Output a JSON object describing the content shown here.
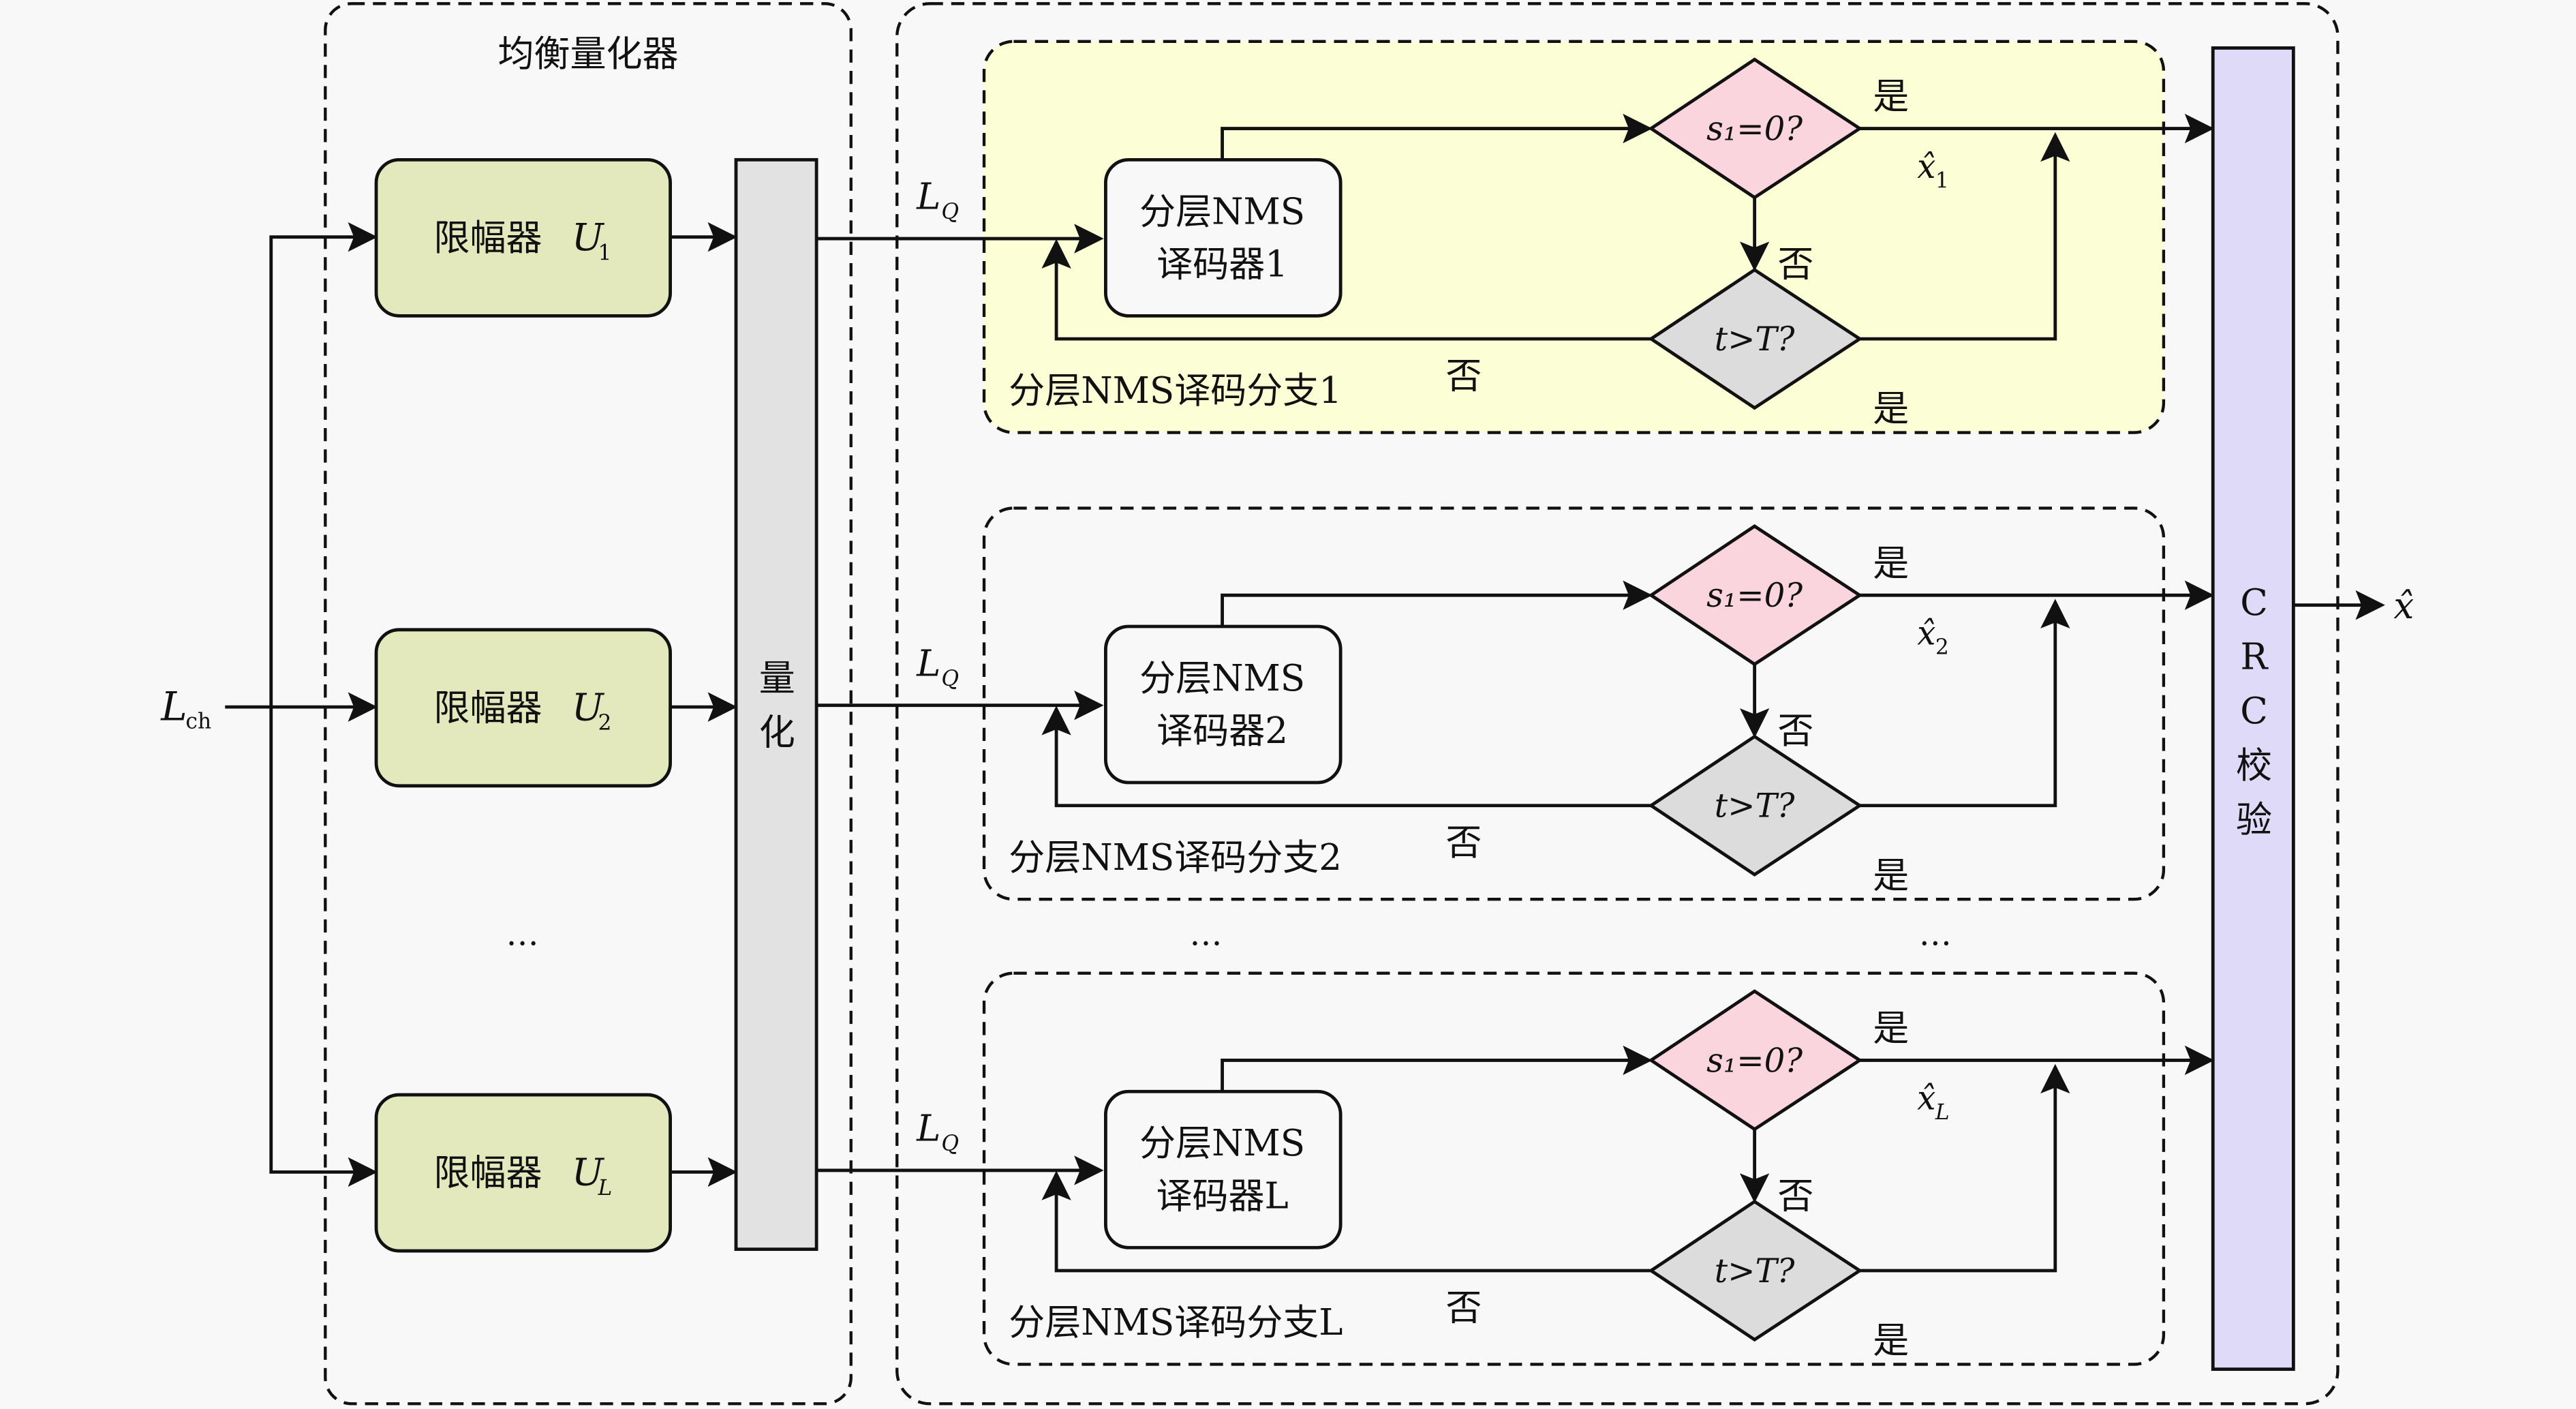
{
  "title": "均衡量化器",
  "input": {
    "label": "L",
    "sub": "ch"
  },
  "limiters": [
    {
      "label": "限幅器",
      "var": "U",
      "sub": "1"
    },
    {
      "label": "限幅器",
      "var": "U",
      "sub": "2"
    },
    {
      "label": "限幅器",
      "var": "U",
      "sub": "L"
    }
  ],
  "ellipsis": "…",
  "quantizer": {
    "label_line1": "量",
    "label_line2": "化"
  },
  "lq": {
    "label": "L",
    "sub": "Q"
  },
  "branches": [
    {
      "title": "分层NMS译码分支1",
      "decoder_line1": "分层NMS",
      "decoder_line2": "译码器1",
      "xhat_sub": "1",
      "fill": "#fcfed6"
    },
    {
      "title": "分层NMS译码分支2",
      "decoder_line1": "分层NMS",
      "decoder_line2": "译码器2",
      "xhat_sub": "2",
      "fill": "#f8f8f8"
    },
    {
      "title": "分层NMS译码分支L",
      "decoder_line1": "分层NMS",
      "decoder_line2": "译码器L",
      "xhat_sub": "L",
      "fill": "#f8f8f8"
    }
  ],
  "decisions": {
    "syndrome": "s₁=0?",
    "iteration": "t>T?",
    "yes": "是",
    "no": "否"
  },
  "crc": {
    "chars": [
      "C",
      "R",
      "C",
      "校",
      "验"
    ]
  },
  "output": {
    "label": "x̂"
  },
  "colors": {
    "limiter_fill": "#e4e9bd",
    "quantizer_fill": "#e2e2e2",
    "decoder_panel_fill": "#e3e3e3",
    "syndrome_fill": "#fbd5de",
    "iteration_fill": "#dcdcdc",
    "crc_fill": "#dedaf8",
    "decoder_fill": "#f8f8f8"
  }
}
